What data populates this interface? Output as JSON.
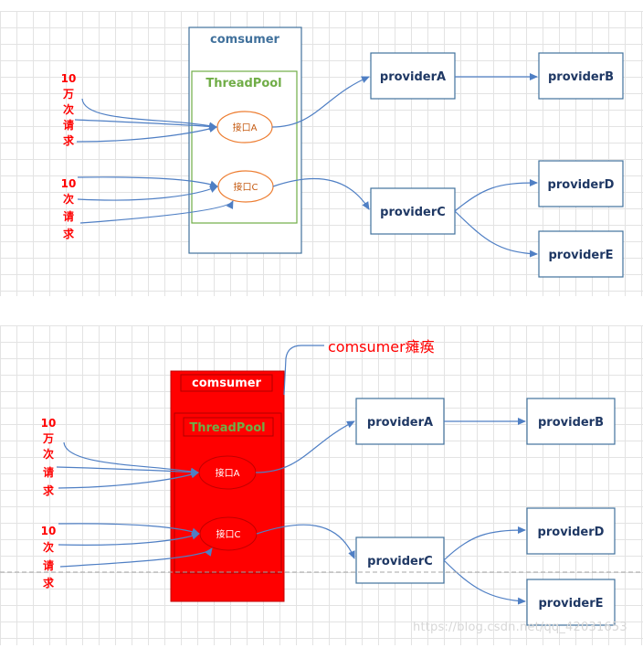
{
  "top": {
    "consumer": {
      "title": "comsumer",
      "pool": "ThreadPool",
      "api_a": "接口A",
      "api_c": "接口C"
    },
    "req_big": [
      "10",
      "万",
      "次",
      "请",
      "求"
    ],
    "req_small": [
      "10",
      "次",
      "请",
      "求"
    ],
    "providers": {
      "a": "providerA",
      "b": "providerB",
      "c": "providerC",
      "d": "providerD",
      "e": "providerE"
    }
  },
  "bottom": {
    "consumer": {
      "title": "comsumer",
      "pool": "ThreadPool",
      "api_a": "接口A",
      "api_c": "接口C"
    },
    "req_big": [
      "10",
      "万",
      "次",
      "请",
      "求"
    ],
    "req_small": [
      "10",
      "次",
      "请",
      "求"
    ],
    "providers": {
      "a": "providerA",
      "b": "providerB",
      "c": "providerC",
      "d": "providerD",
      "e": "providerE"
    },
    "callout": "comsumer瘫痪"
  },
  "watermark": "https://blog.csdn.net/qq_42031653",
  "colors": {
    "box_border": "#41719c",
    "box_text": "#1f3864",
    "arrow": "#4f7fc4",
    "pool_border": "#70ad47",
    "pool_text": "#70ad47",
    "api_border": "#ed7d31",
    "request_text": "#ff0000",
    "failed_fill": "#ff0000",
    "callout_text": "#ff0000"
  }
}
